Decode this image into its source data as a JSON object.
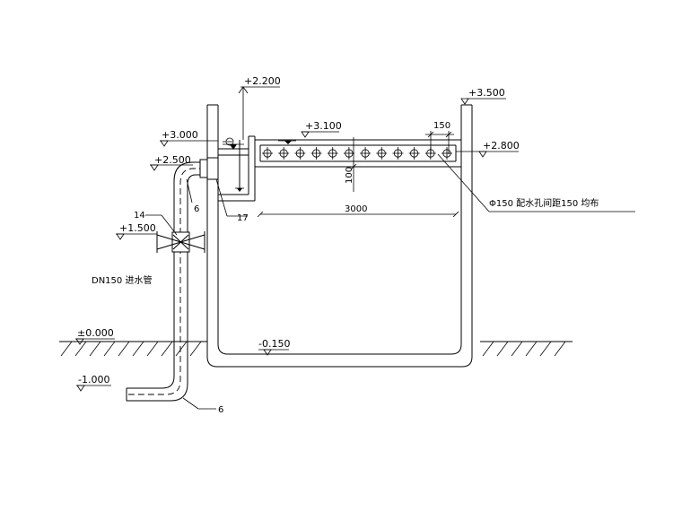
{
  "elevations": {
    "tank_top_left": "+2.200",
    "tank_top_right": "+3.500",
    "inlet_top": "+3.000",
    "trough_top": "+3.100",
    "overflow_level": "+2.800",
    "inlet_bend": "+2.500",
    "valve_level": "+1.500",
    "ground_level": "±0.000",
    "tank_bottom": "-0.150",
    "pipe_bottom": "-1.000"
  },
  "dimensions": {
    "hole_spacing": "150",
    "trough_depth": "100",
    "trough_length": "3000"
  },
  "labels": {
    "inlet_pipe": "DN150 进水管",
    "distribution_holes": "Φ150 配水孔间距150 均布",
    "callout_valve": "14",
    "callout_fitting_upper": "6",
    "callout_fitting_lower": "6",
    "callout_outlet": "17"
  },
  "hole_count": 12
}
